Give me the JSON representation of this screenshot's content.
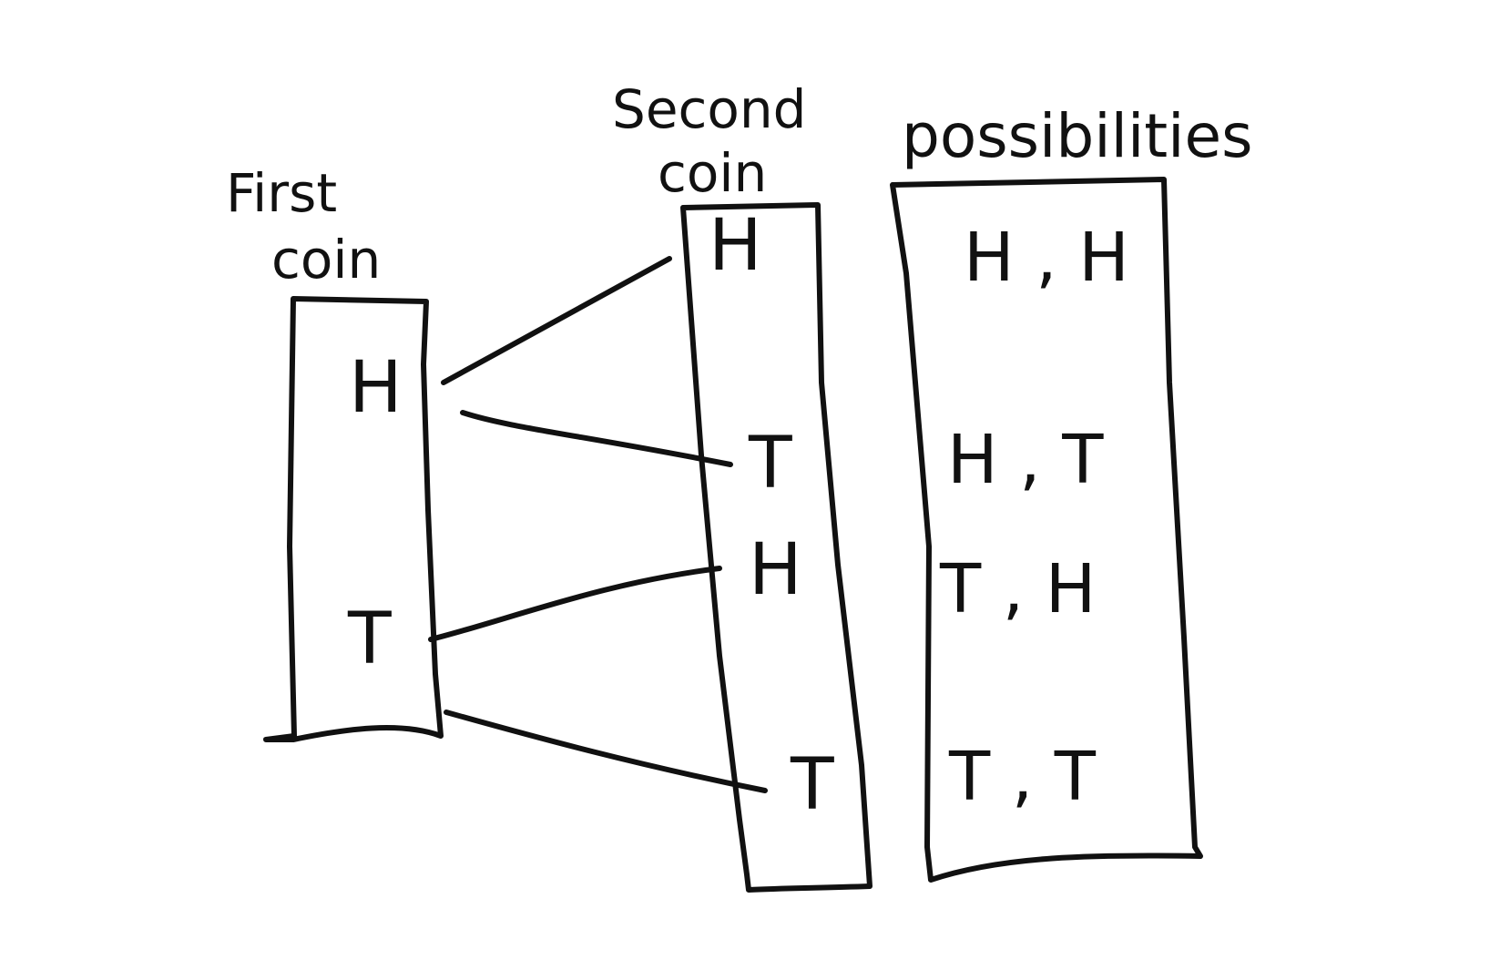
{
  "headers": {
    "first_line1": "First",
    "first_line2": "coin",
    "second_line1": "Second",
    "second_line2": "coin",
    "possibilities": "possibilities"
  },
  "first_coin": [
    "H",
    "T"
  ],
  "second_coin": [
    "H",
    "T",
    "H",
    "T"
  ],
  "possibilities": [
    "H , H",
    "H , T",
    "T , H",
    "T , T"
  ],
  "colors": {
    "ink": "#111111",
    "paper": "#ffffff"
  }
}
